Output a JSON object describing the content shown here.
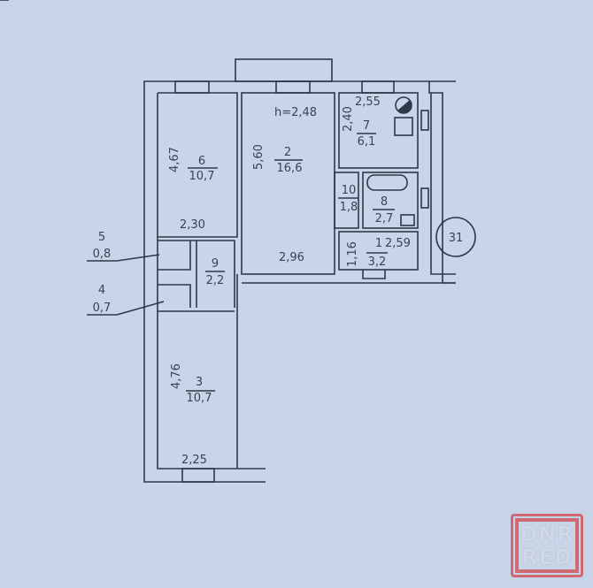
{
  "ceiling_height": "h=2,48",
  "rooms": [
    {
      "number": "6",
      "area": "10,7",
      "dims": [
        "4,67",
        "2,30"
      ]
    },
    {
      "number": "2",
      "area": "16,6",
      "dims": [
        "5,60",
        "2,96"
      ]
    },
    {
      "number": "7",
      "area": "6,1",
      "dims": [
        "2,40",
        "2,55"
      ]
    },
    {
      "number": "10",
      "area": "1,8"
    },
    {
      "number": "8",
      "area": "2,7"
    },
    {
      "number": "1",
      "area": "3,2",
      "dims": [
        "1,16",
        "2,59"
      ]
    },
    {
      "number": "9",
      "area": "2,2"
    },
    {
      "number": "5",
      "area": "0,8"
    },
    {
      "number": "4",
      "area": "0,7"
    },
    {
      "number": "3",
      "area": "10,7",
      "dims": [
        "4,76",
        "2,25"
      ]
    }
  ],
  "apartment_number": "31",
  "watermark": {
    "line1": "DNR",
    "line2": "RED",
    "color": "#d06a72"
  },
  "colors": {
    "background": "#c8d5e8",
    "lines": "#2f3848"
  }
}
